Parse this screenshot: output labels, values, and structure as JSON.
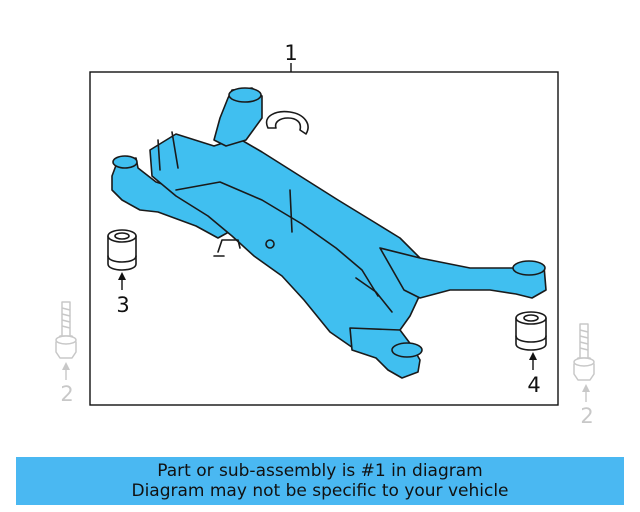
{
  "callouts": {
    "subframe": "1",
    "bolt_left": "2",
    "bolt_right": "2",
    "bushing_front": "3",
    "bushing_rear": "4"
  },
  "banner": {
    "line1": "Part or sub-assembly is #1 in diagram",
    "line2": "Diagram may not be specific to your vehicle"
  },
  "colors": {
    "highlight_part": "#40bff0",
    "unhighlighted_part": "#ffffff",
    "faded_part": "#c8c8c8",
    "banner": "#4ab8f2"
  }
}
